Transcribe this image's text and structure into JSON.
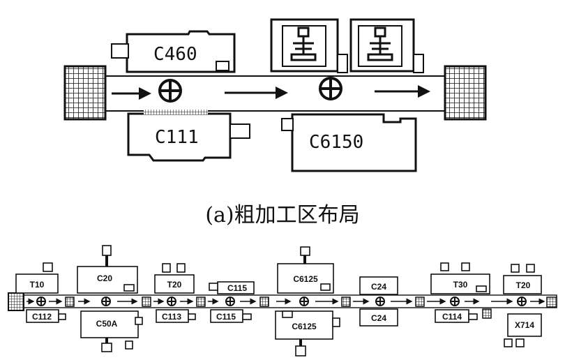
{
  "caption_a": "(a)粗加工区布局",
  "rough": {
    "machines": [
      "C460",
      "C111",
      "C6150"
    ]
  },
  "finish": {
    "top_machines": [
      "T10",
      "C20",
      "T20",
      "C115",
      "C6125",
      "C24",
      "T30",
      "T20"
    ],
    "bottom_machines": [
      "C112",
      "C50A",
      "C113",
      "C115",
      "C6125",
      "C24",
      "C114",
      "X714"
    ]
  }
}
